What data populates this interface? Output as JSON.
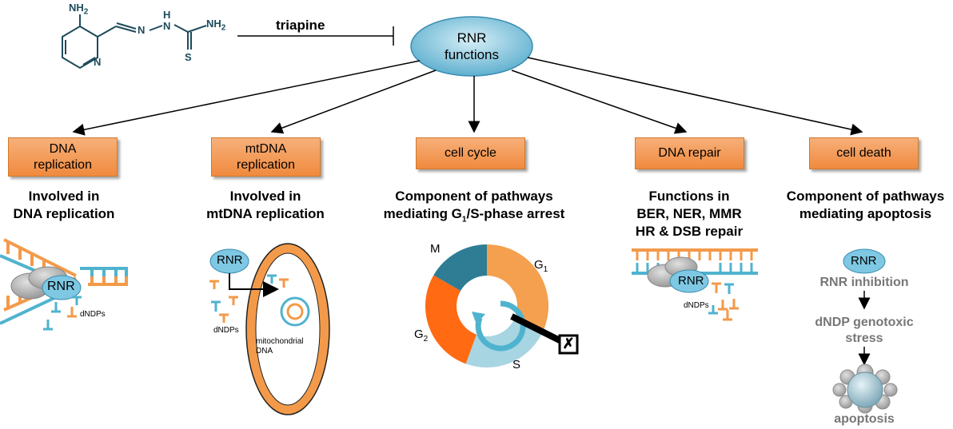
{
  "drug": {
    "name": "triapine",
    "atoms": {
      "nh2_top": "NH",
      "nh2_right": "NH",
      "n_ring": "N",
      "n_imine": "N",
      "nh": "N",
      "h": "H",
      "s": "S",
      "sub2": "2"
    }
  },
  "center": {
    "line1": "RNR",
    "line2": "functions"
  },
  "boxes": [
    {
      "line1": "DNA",
      "line2": "replication"
    },
    {
      "line1": "mtDNA",
      "line2": "replication"
    },
    {
      "line1": "cell cycle",
      "line2": ""
    },
    {
      "line1": "DNA repair",
      "line2": ""
    },
    {
      "line1": "cell death",
      "line2": ""
    }
  ],
  "descriptions": [
    {
      "line1": "Involved in",
      "line2": "DNA replication",
      "line3": ""
    },
    {
      "line1": "Involved in",
      "line2": "mtDNA replication",
      "line3": ""
    },
    {
      "line1": "Component of pathways",
      "line2_pre": "mediating G",
      "line2_sub": "1",
      "line2_post": "/S-phase arrest",
      "line3": ""
    },
    {
      "line1": "Functions in",
      "line2": "BER, NER, MMR",
      "line3": "HR & DSB repair"
    },
    {
      "line1": "Component of pathways",
      "line2": "mediating apoptosis",
      "line3": ""
    }
  ],
  "panel1": {
    "rnr": "RNR",
    "dndps": "dNDPs"
  },
  "panel2": {
    "rnr": "RNR",
    "dndps": "dNDPs",
    "mito_line1": "mitochondrial",
    "mito_line2": "DNA"
  },
  "panel3": {
    "phases": [
      {
        "label": "G",
        "sub": "1",
        "color": "#f4a04e"
      },
      {
        "label": "S",
        "sub": "",
        "color": "#a8d5e2"
      },
      {
        "label": "G",
        "sub": "2",
        "color": "#ff6a13"
      },
      {
        "label": "M",
        "sub": "",
        "color": "#2e7d94"
      }
    ],
    "block_symbol": "✗"
  },
  "panel4": {
    "rnr": "RNR",
    "dndps": "dNDPs"
  },
  "panel5": {
    "rnr": "RNR",
    "step1": "RNR inhibition",
    "step2_line1": "dNDP genotoxic",
    "step2_line2": "stress",
    "step3": "apoptosis"
  },
  "colors": {
    "orange": "#f4a261",
    "blue": "#4fb3cf",
    "ellipse": "#7ec8e3",
    "grey": "#777777"
  }
}
